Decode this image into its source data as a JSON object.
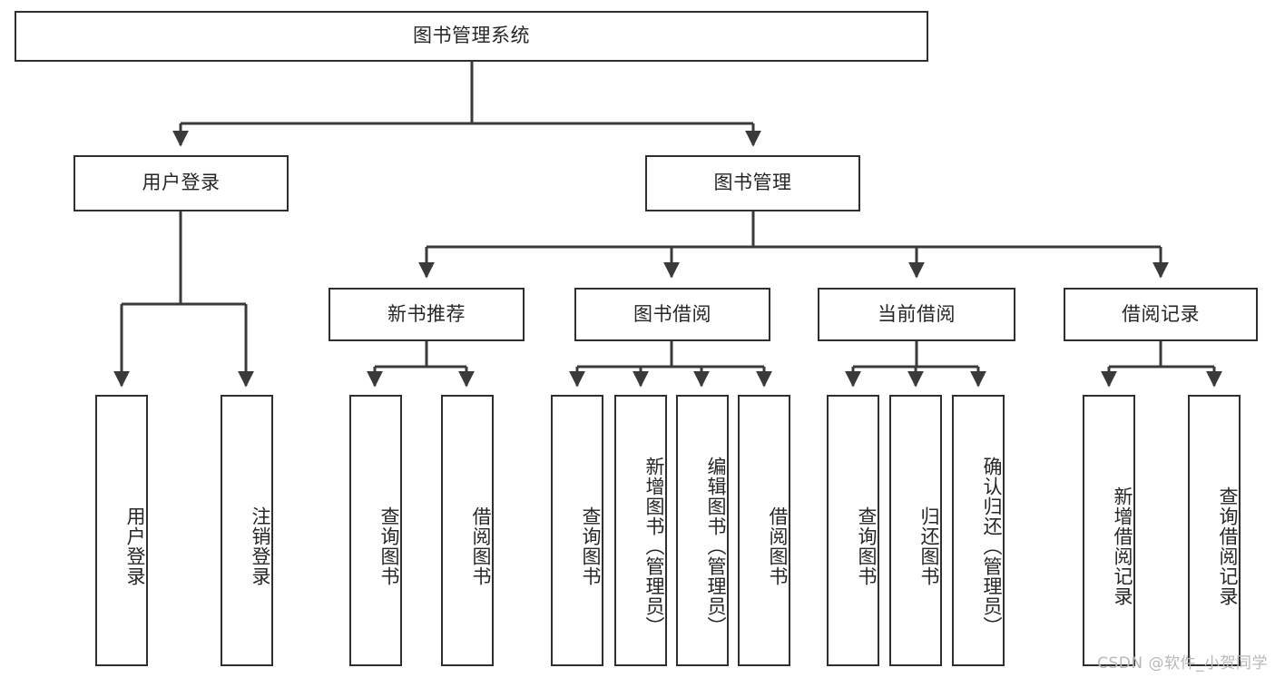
{
  "diagram": {
    "title": "图书管理系统",
    "type": "tree",
    "watermark": "CSDN @软件_小贺同学",
    "colors": {
      "box_border": "#2f2f2f",
      "box_fill": "#ffffff",
      "connector": "#3a3a3a",
      "text": "#262626",
      "watermark": "#b8b8b8",
      "background": "#ffffff"
    },
    "root": {
      "label": "图书管理系统",
      "orientation": "horizontal"
    },
    "level2": [
      {
        "label": "用户登录",
        "orientation": "horizontal"
      },
      {
        "label": "图书管理",
        "orientation": "horizontal"
      }
    ],
    "level3": [
      {
        "label": "新书推荐",
        "orientation": "horizontal",
        "parent": "图书管理"
      },
      {
        "label": "图书借阅",
        "orientation": "horizontal",
        "parent": "图书管理"
      },
      {
        "label": "当前借阅",
        "orientation": "horizontal",
        "parent": "图书管理"
      },
      {
        "label": "借阅记录",
        "orientation": "horizontal",
        "parent": "图书管理"
      }
    ],
    "leaves": {
      "用户登录": [
        {
          "label": "用户登录",
          "orientation": "vertical"
        },
        {
          "label": "注销登录",
          "orientation": "vertical"
        }
      ],
      "新书推荐": [
        {
          "label": "查询图书",
          "orientation": "vertical"
        },
        {
          "label": "借阅图书",
          "orientation": "vertical"
        }
      ],
      "图书借阅": [
        {
          "label": "查询图书",
          "orientation": "vertical"
        },
        {
          "label": "新增图书（管理员）",
          "orientation": "vertical"
        },
        {
          "label": "编辑图书（管理员）",
          "orientation": "vertical"
        },
        {
          "label": "借阅图书",
          "orientation": "vertical"
        }
      ],
      "当前借阅": [
        {
          "label": "查询图书",
          "orientation": "vertical"
        },
        {
          "label": "归还图书",
          "orientation": "vertical"
        },
        {
          "label": "确认归还（管理员）",
          "orientation": "vertical"
        }
      ],
      "借阅记录": [
        {
          "label": "新增借阅记录",
          "orientation": "vertical"
        },
        {
          "label": "查询借阅记录",
          "orientation": "vertical"
        }
      ]
    }
  }
}
